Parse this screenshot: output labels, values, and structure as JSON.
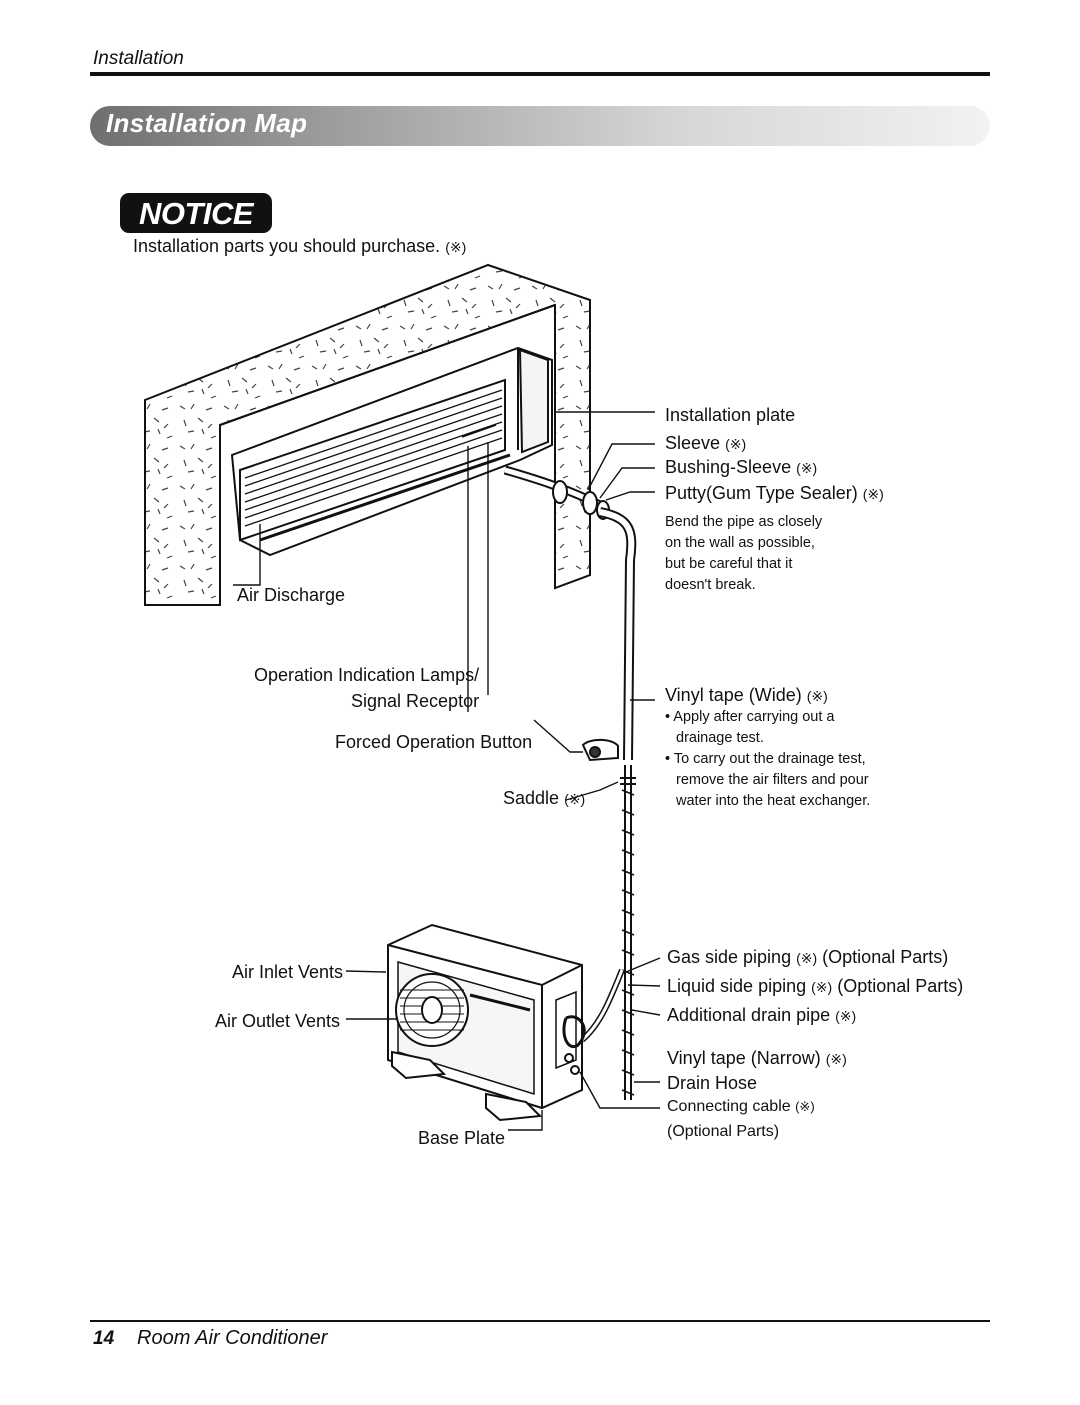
{
  "header": {
    "section": "Installation",
    "banner_title": "Installation Map"
  },
  "notice": {
    "badge": "NOTICE",
    "text": "Installation parts you should purchase.",
    "mark": "(※)"
  },
  "labels": {
    "installation_plate": "Installation plate",
    "sleeve": "Sleeve",
    "bushing_sleeve": "Bushing-Sleeve",
    "putty": "Putty(Gum Type Sealer)",
    "bend_note": [
      "Bend the pipe as closely",
      "on the wall as possible,",
      "but be careful that it",
      "doesn't break."
    ],
    "air_discharge": "Air Discharge",
    "op_lamps_1": "Operation Indication Lamps/",
    "op_lamps_2": "Signal Receptor",
    "forced_button": "Forced Operation Button",
    "saddle": "Saddle",
    "vinyl_wide": "Vinyl tape (Wide)",
    "vinyl_notes": [
      "• Apply after carrying out a drainage test.",
      "• To carry out the drainage test, remove the air filters and pour water into the heat exchanger."
    ],
    "air_inlet": "Air Inlet Vents",
    "air_outlet": "Air Outlet Vents",
    "base_plate": "Base Plate",
    "gas_piping": "Gas side piping",
    "liquid_piping": "Liquid side piping",
    "optional_parts": "(Optional Parts)",
    "optional_parts_2": "(Optional Parts)",
    "drain_pipe": "Additional drain pipe",
    "vinyl_narrow": "Vinyl tape (Narrow)",
    "drain_hose": "Drain Hose",
    "connecting_cable": "Connecting cable",
    "optional_parts_3": "(Optional Parts)"
  },
  "footer": {
    "page_number": "14",
    "title": "Room Air Conditioner"
  }
}
